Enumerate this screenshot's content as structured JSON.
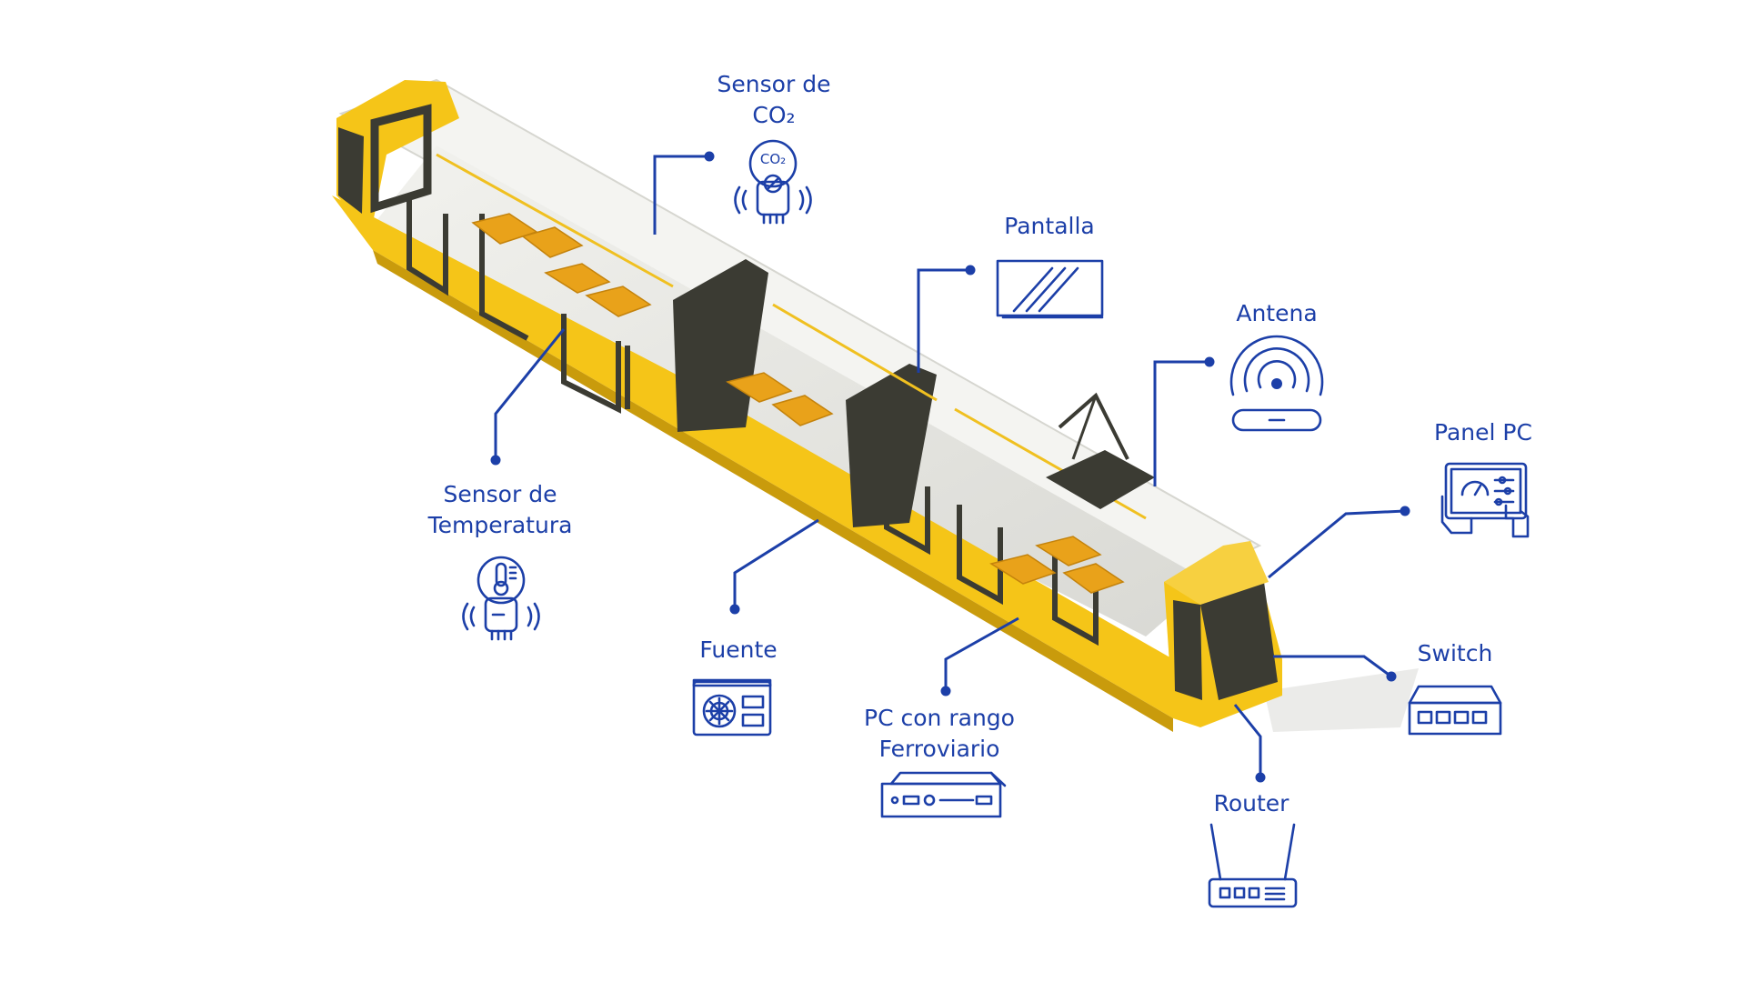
{
  "labels": {
    "co2_line1": "Sensor de",
    "co2_line2": "CO₂",
    "co2_badge": "CO₂",
    "pantalla": "Pantalla",
    "antena": "Antena",
    "panel_pc": "Panel PC",
    "switch": "Switch",
    "router": "Router",
    "pc_line1": "PC con rango",
    "pc_line2": "Ferroviario",
    "fuente": "Fuente",
    "temp_line1": "Sensor de",
    "temp_line2": "Temperatura"
  },
  "colors": {
    "accent": "#1c3fa8",
    "tram_yellow": "#f5c518",
    "tram_dark": "#3b3b33",
    "seat_orange": "#e9a21a",
    "interior": "#eeeeea"
  },
  "icons": [
    "co2-sensor-icon",
    "display-icon",
    "antenna-icon",
    "panel-pc-icon",
    "switch-icon",
    "router-icon",
    "industrial-pc-icon",
    "power-supply-icon",
    "temperature-sensor-icon"
  ]
}
